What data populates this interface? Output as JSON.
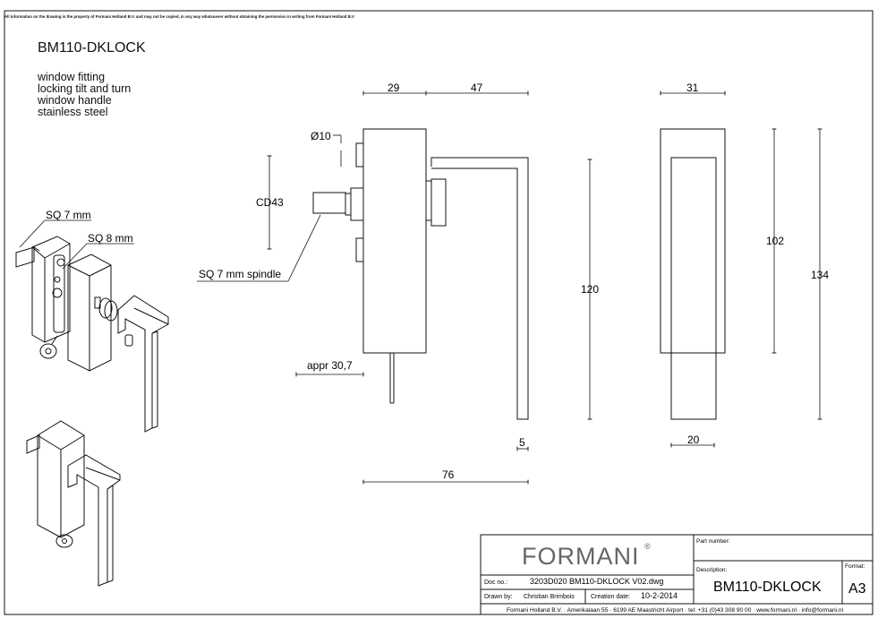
{
  "disclaimer": "All information on the drawing is the property of Formani Holland B.V. and may not be copied, in any way whatsoever without obtaining the permission in writing from Formani Holland B.V",
  "product_code": "BM110-DKLOCK",
  "description_lines": [
    "window fitting",
    "locking tilt and turn",
    "window handle",
    "stainless steel"
  ],
  "callouts": {
    "sq7": "SQ 7 mm",
    "sq8": "SQ 8 mm",
    "spindle": "SQ 7 mm spindle",
    "cd": "CD43",
    "diameter": "Ø10",
    "appr": "appr 30,7"
  },
  "dimensions": {
    "d29": "29",
    "d47": "47",
    "d31": "31",
    "d120": "120",
    "d102": "102",
    "d134": "134",
    "d5": "5",
    "d20": "20",
    "d76": "76"
  },
  "title_block": {
    "brand": "FORMANI",
    "registered_mark": "®",
    "part_number_label": "Part number:",
    "description_label": "Description:",
    "description_value": "BM110-DKLOCK",
    "format_label": "Format:",
    "format_value": "A3",
    "doc_no_label": "Doc no.:",
    "doc_no_value": "3203D020 BM110-DKLOCK  V02.dwg",
    "drawn_by_label": "Drawn by:",
    "drawn_by_value": "Christian Brimbois",
    "creation_date_label": "Creation date:",
    "creation_date_value": "10-2-2014",
    "footer": "Formani Holland B.V. · Amerikalaan 55 · 6199 AE Maastricht Airport · tel: +31 (0)43 308 90 00 · www.formani.nl · info@formani.nl"
  }
}
